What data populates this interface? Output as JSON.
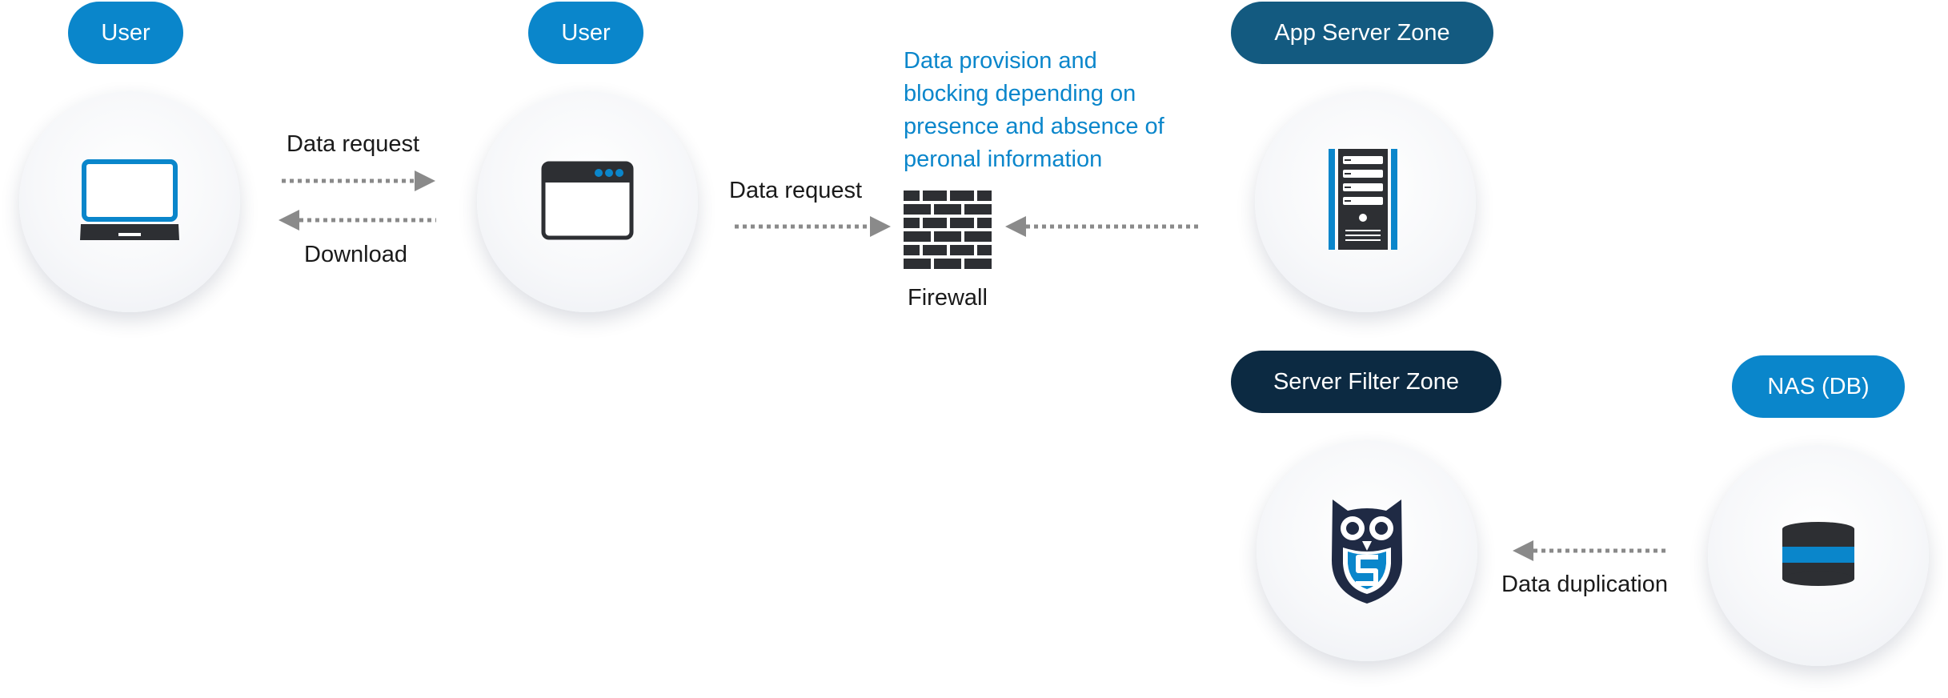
{
  "nodes": {
    "user1": {
      "label": "User",
      "icon": "laptop-icon"
    },
    "user2": {
      "label": "User",
      "icon": "browser-window-icon"
    },
    "firewall": {
      "label": "Firewall",
      "icon": "firewall-icon"
    },
    "app_server": {
      "label": "App Server Zone",
      "icon": "server-tower-icon"
    },
    "server_filter": {
      "label": "Server Filter Zone",
      "icon": "owl-shield-icon"
    },
    "nas": {
      "label": "NAS (DB)",
      "icon": "database-icon"
    }
  },
  "edges": {
    "user1_to_user2": "Data request",
    "user2_to_user1": "Download",
    "user2_to_firewall": "Data request",
    "nas_to_filter": "Data duplication"
  },
  "note": {
    "lines": [
      "Data provision and",
      "blocking depending on",
      "presence and absence of",
      "peronal information"
    ]
  },
  "colors": {
    "accent_blue": "#0a86cb",
    "zone_app": "#135a80",
    "zone_filter": "#0c2a42",
    "icon_dark": "#2d2f33",
    "arrow_gray": "#8a8a8a"
  }
}
